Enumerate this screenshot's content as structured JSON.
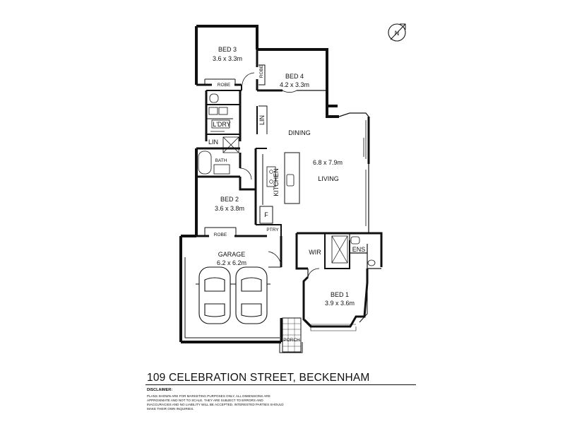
{
  "rooms": {
    "bed3": {
      "name": "BED 3",
      "size": "3.6 x 3.3m"
    },
    "bed4": {
      "name": "BED 4",
      "size": "4.2 x 3.3m"
    },
    "bed2": {
      "name": "BED 2",
      "size": "3.6 x 3.8m"
    },
    "bed1": {
      "name": "BED 1",
      "size": "3.9 x 3.6m"
    },
    "garage": {
      "name": "GARAGE",
      "size": "6.2 x 6.2m"
    },
    "dining": {
      "name": "DINING"
    },
    "living": {
      "name": "LIVING",
      "size": "6.8 x 7.9m"
    },
    "kitchen": {
      "name": "KITCHEN"
    }
  },
  "labels": {
    "robe": "ROBE",
    "ldry": "L'DRY",
    "lin": "LIN",
    "bath": "BATH",
    "f": "F",
    "ptry": "PTRY",
    "wir": "WIR",
    "ens": "ENS",
    "porch": "PORCH"
  },
  "compass": {
    "label": "N"
  },
  "address": "109 CELEBRATION STREET,  BECKENHAM",
  "disclaimer": {
    "title": "DISCLAIMER:",
    "text": "Plans shown are for marketing purposes only, all dimensions are approximate and not to scale. They are subject to errors and inaccuracies and no liability will be accepted. Interested parties should make their own inquiries."
  }
}
